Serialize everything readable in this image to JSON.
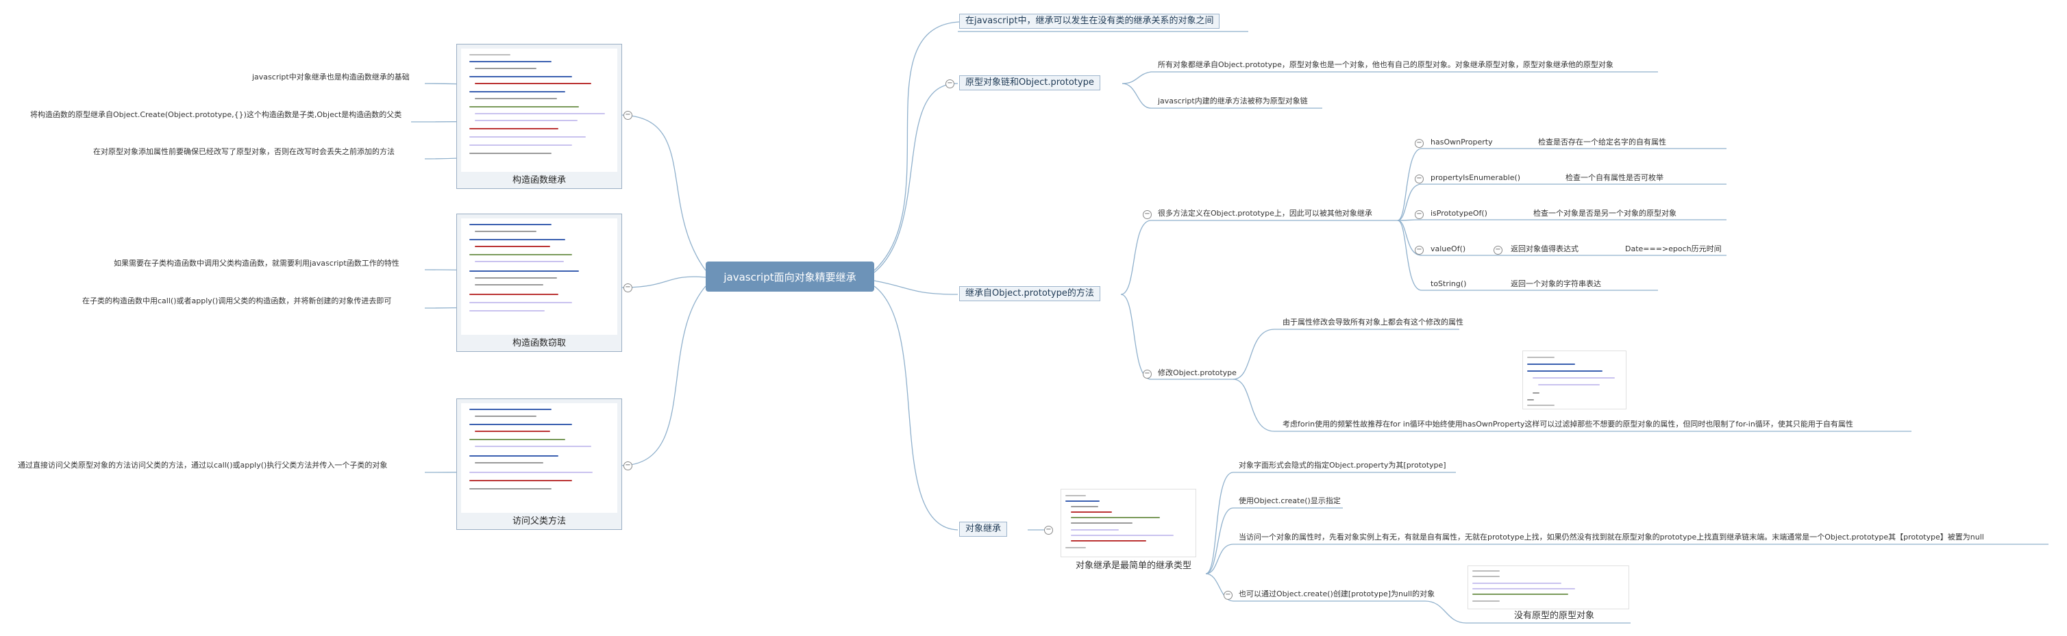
{
  "root": "javascript面向对象精要继承",
  "right": {
    "b1": {
      "label": "在javascript中，继承可以发生在没有类的继承关系的对象之间"
    },
    "b2": {
      "label": "原型对象链和Object.prototype",
      "items": [
        "所有对象都继承自Object.prototype，原型对象也是一个对象，他也有自己的原型对象。对象继承原型对象，原型对象继承他的原型对象",
        "javascript内建的继承方法被称为原型对象链"
      ]
    },
    "b3": {
      "label": "继承自Object.prototype的方法",
      "methods_title": "很多方法定义在Object.prototype上，因此可以被其他对象继承",
      "methods": [
        {
          "name": "hasOwnProperty",
          "desc": "检查是否存在一个给定名字的自有属性"
        },
        {
          "name": "propertyIsEnumerable()",
          "desc": "检查一个自有属性是否可枚举"
        },
        {
          "name": "isPrototypeOf()",
          "desc": "检查一个对象是否是另一个对象的原型对象"
        },
        {
          "name": "valueOf()",
          "desc": "返回对象值得表达式",
          "extra": "Date===>epoch历元时间"
        },
        {
          "name": "toString()",
          "desc": "返回一个对象的字符串表达"
        }
      ],
      "modify_title": "修改Object.prototype",
      "modify_items": [
        "由于属性修改会导致所有对象上都会有这个修改的属性",
        "考虑forin使用的频繁性故推荐在for in循环中始终使用hasOwnProperty这样可以过滤掉那些不想要的原型对象的属性，但同时也限制了for-in循环，使其只能用于自有属性"
      ]
    },
    "b4": {
      "label": "对象继承",
      "caption": "对象继承是最简单的继承类型",
      "items": [
        "对象字面形式会隐式的指定Object.property为其[prototype]",
        "使用Object.create()显示指定",
        "当访问一个对象的属性时，先看对象实例上有无，有就是自有属性，无就在prototype上找，如果仍然没有找到就在原型对象的prototype上找直到继承链末端。末端通常是一个Object.prototype其【prototype】被置为null",
        "也可以通过Object.create()创建[prototype]为null的对象"
      ],
      "null_caption": "没有原型的原型对象"
    }
  },
  "left": {
    "c1": {
      "caption": "构造函数继承",
      "items": [
        "javascript中对象继承也是构造函数继承的基础",
        "将构造函数的原型继承自Object.Create(Object.prototype,{})这个构造函数是子类,Object是构造函数的父类",
        "在对原型对象添加属性前要确保已经改写了原型对象，否则在改写时会丢失之前添加的方法"
      ]
    },
    "c2": {
      "caption": "构造函数窃取",
      "items": [
        "如果需要在子类构造函数中调用父类构造函数，就需要利用javascript函数工作的特性",
        "在子类的构造函数中用call()或者apply()调用父类的构造函数，并将新创建的对象传进去即可"
      ]
    },
    "c3": {
      "caption": "访问父类方法",
      "items": [
        "通过直接访问父类原型对象的方法访问父类的方法，通过以call()或apply()执行父类方法并传入一个子类的对象"
      ]
    }
  },
  "toggle_glyph": "−",
  "colors": {
    "edge": "#8fb0cc",
    "root": "#6d93b8",
    "box": "#eef3f8",
    "card": "#eef2f6"
  }
}
